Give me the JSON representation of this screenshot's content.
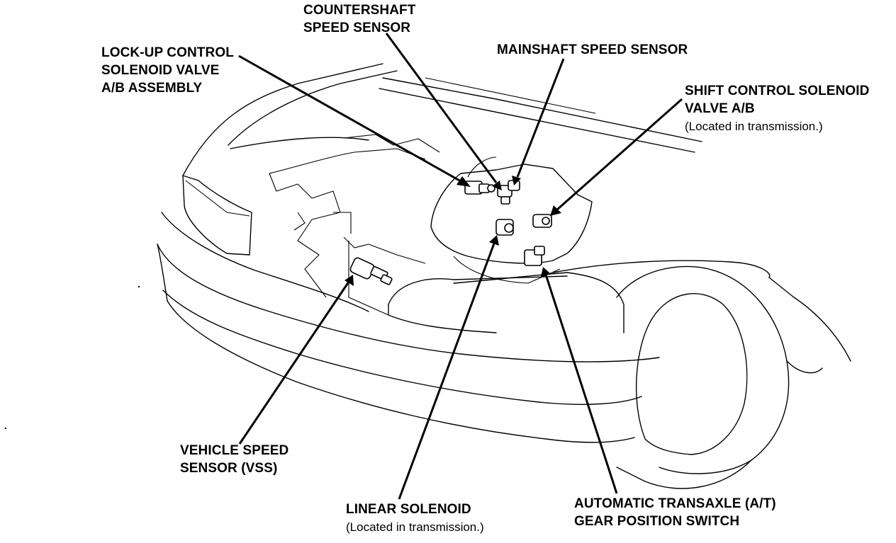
{
  "labels": {
    "countershaft": [
      "COUNTERSHAFT",
      "SPEED SENSOR"
    ],
    "lockup": [
      "LOCK-UP CONTROL",
      "SOLENOID VALVE",
      "A/B ASSEMBLY"
    ],
    "mainshaft": [
      "MAINSHAFT SPEED SENSOR"
    ],
    "shift": [
      "SHIFT CONTROL SOLENOID",
      "VALVE A/B"
    ],
    "shift_note": "(Located in transmission.)",
    "vss": [
      "VEHICLE SPEED",
      "SENSOR (VSS)"
    ],
    "linear": [
      "LINEAR SOLENOID"
    ],
    "linear_note": "(Located in transmission.)",
    "at_switch": [
      "AUTOMATIC TRANSAXLE (A/T)",
      "GEAR POSITION SWITCH"
    ]
  },
  "colors": {
    "ink": "#000000",
    "paper": "#ffffff"
  }
}
